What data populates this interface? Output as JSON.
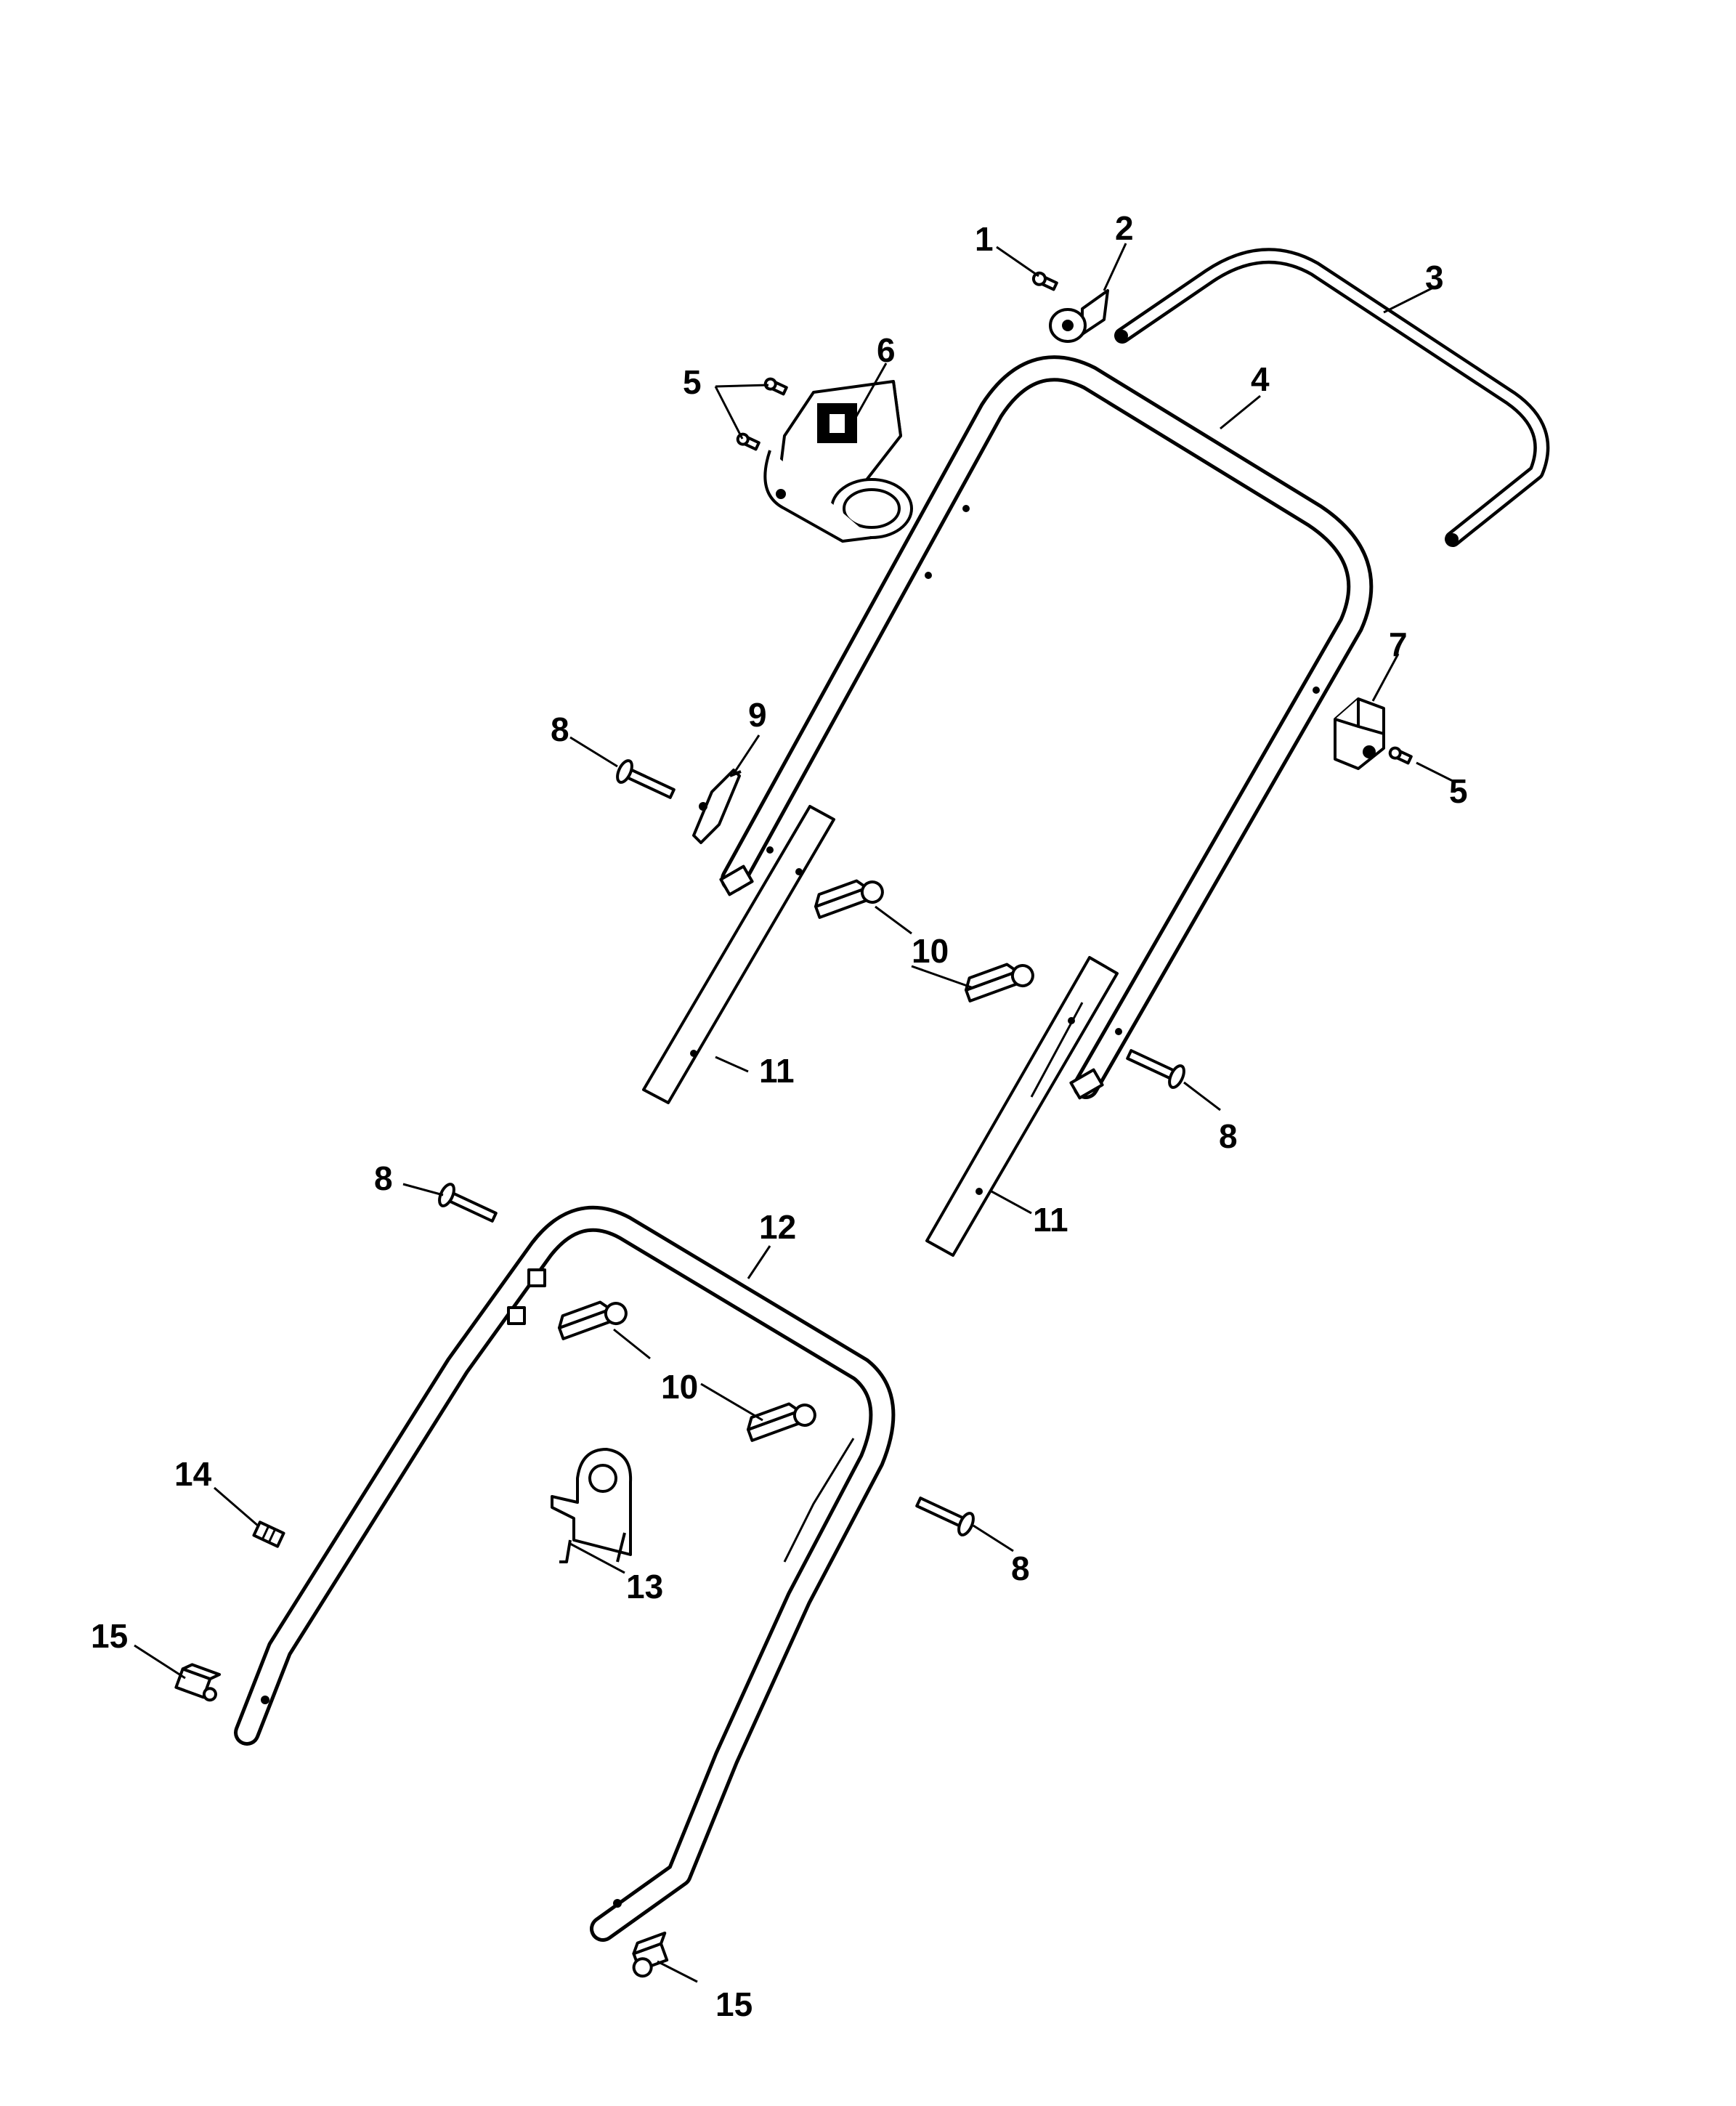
{
  "diagram": {
    "labels": [
      {
        "id": "l1",
        "text": "1"
      },
      {
        "id": "l2",
        "text": "2"
      },
      {
        "id": "l3",
        "text": "3"
      },
      {
        "id": "l4",
        "text": "4"
      },
      {
        "id": "l5a",
        "text": "5"
      },
      {
        "id": "l5b",
        "text": "5"
      },
      {
        "id": "l6",
        "text": "6"
      },
      {
        "id": "l7",
        "text": "7"
      },
      {
        "id": "l8a",
        "text": "8"
      },
      {
        "id": "l8b",
        "text": "8"
      },
      {
        "id": "l8c",
        "text": "8"
      },
      {
        "id": "l8d",
        "text": "8"
      },
      {
        "id": "l9",
        "text": "9"
      },
      {
        "id": "l10a",
        "text": "10"
      },
      {
        "id": "l10b",
        "text": "10"
      },
      {
        "id": "l11a",
        "text": "11"
      },
      {
        "id": "l11b",
        "text": "11"
      },
      {
        "id": "l12",
        "text": "12"
      },
      {
        "id": "l13",
        "text": "13"
      },
      {
        "id": "l14",
        "text": "14"
      },
      {
        "id": "l15a",
        "text": "15"
      },
      {
        "id": "l15b",
        "text": "15"
      }
    ]
  },
  "icons": {
    "screw": "screw-icon",
    "bolt": "bolt-icon",
    "knob": "wing-knob-icon",
    "clip": "cable-clip-icon",
    "box": "switch-box-icon",
    "bracket": "bracket-icon",
    "pin": "pin-icon"
  }
}
